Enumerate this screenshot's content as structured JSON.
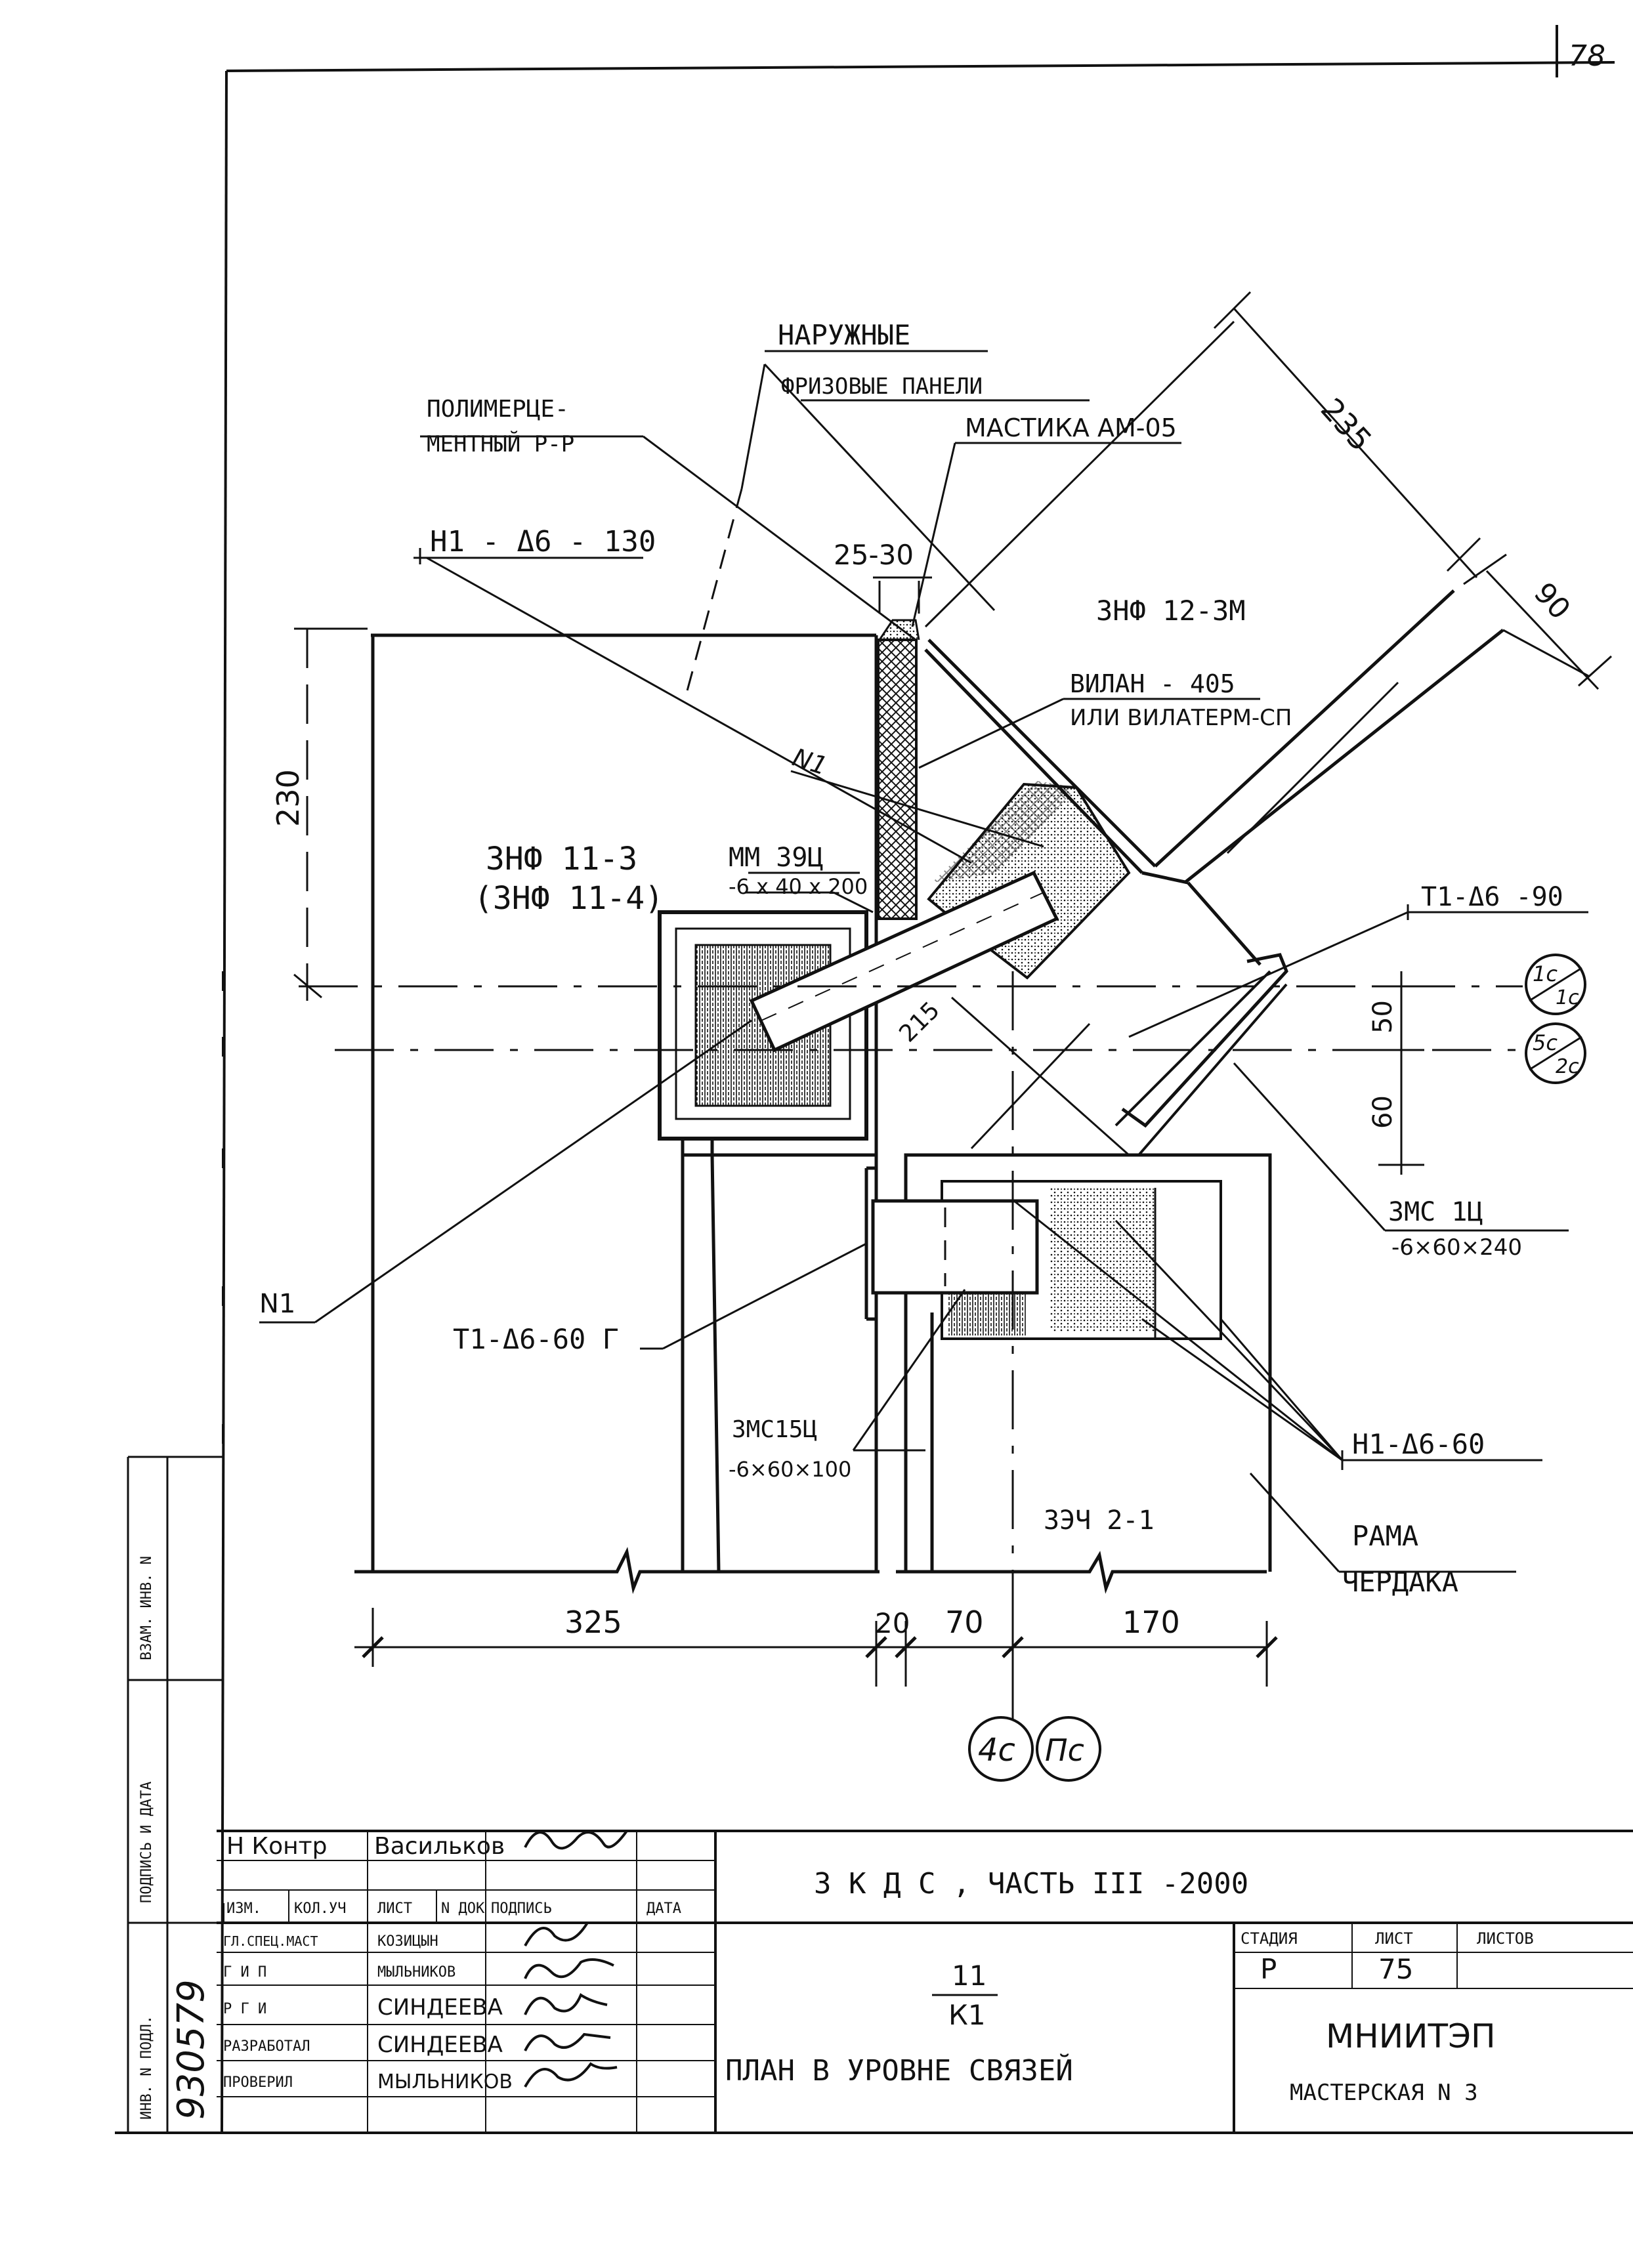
{
  "sheet": {
    "page_number": "78",
    "ink_color": "#111111"
  },
  "callouts": {
    "outer_panels_line1": "НАРУЖНЫЕ",
    "outer_panels_line2": "ФРИЗОВЫЕ ПАНЕЛИ",
    "polymer_line1": "ПОЛИМЕРЦЕ-",
    "polymer_line2": "МЕНТНЫЙ Р-Р",
    "mastic": "МАСТИКА АМ-05",
    "h1_130": "Н1 - Δ6 - 130",
    "gap_25_30": "25-30",
    "panel_3nf12": "3НФ 12-3М",
    "vilan_line1": "ВИЛАН - 405",
    "vilan_line2": "ИЛИ ВИЛАТЕРМ-СП",
    "n1_upper": "N1",
    "panel_3nf11_line1": "3НФ 11-3",
    "panel_3nf11_line2": "(3НФ 11-4)",
    "mm_line1": "ММ 39Ц",
    "mm_line2": "-6 х 40 х 200",
    "t1_90": "Т1-Δ6 -90",
    "ang_215": "215",
    "dim_50": "50",
    "dim_60": "60",
    "mc1_line1": "3МС 1Ц",
    "mc1_line2": "-6×60×240",
    "n1_lower": "N1",
    "t1_60": "Т1-Δ6-60 Г",
    "mc15_line1": "3МС15Ц",
    "mc15_line2": "-6×60×100",
    "h1_60": "Н1-Δ6-60",
    "panel_3ech": "3ЭЧ 2-1",
    "frame_line1": "РАМА",
    "frame_line2": "ЧЕРДАКА"
  },
  "dimensions": {
    "d235": "235",
    "d90": "90",
    "d230": "230",
    "d325": "325",
    "d20": "20",
    "d70": "70",
    "d170": "170"
  },
  "axes": {
    "a1": "1с",
    "a1_sub": "1с",
    "a5": "5с",
    "a5_sub": "2с",
    "b4": "4с",
    "bp": "Пс"
  },
  "title_block": {
    "project": "3 К Д С ,  ЧАСТЬ  III -2000",
    "sheet_code_num": "11",
    "sheet_code_den": "К1",
    "drawing_title": "ПЛАН  В  УРОВНЕ  СВЯЗЕЙ",
    "org": "МНИИТЭП",
    "workshop": "МАСТЕРСКАЯ  N  3",
    "col_stage": "СТАДИЯ",
    "col_sheet": "ЛИСТ",
    "col_sheets": "ЛИСТОВ",
    "stage": "Р",
    "sheet": "75",
    "hdr_izm": "ИЗМ.",
    "hdr_kol": "КОЛ.УЧ",
    "hdr_list": "ЛИСТ",
    "hdr_ndok": "N ДОК",
    "hdr_podpis": "ПОДПИСЬ",
    "hdr_data": "ДАТА",
    "n_kontr_role": "Н Контр",
    "n_kontr_name": "Васильков",
    "rows": [
      {
        "role": "ГЛ.СПЕЦ.МАСТ",
        "name": "КОЗИЦЫН"
      },
      {
        "role": "Г И П",
        "name": "МЫЛЬНИКОВ"
      },
      {
        "role": "Р Г И",
        "name": "СИНДЕЕВА"
      },
      {
        "role": "РАЗРАБОТАЛ",
        "name": "СИНДЕЕВА"
      },
      {
        "role": "ПРОВЕРИЛ",
        "name": "МЫЛЬНИКОВ"
      }
    ]
  },
  "side_stamp": {
    "inv": "930579",
    "lbl1": "ИНВ. N ПОДЛ.",
    "lbl2": "ПОДПИСЬ И ДАТА",
    "lbl3": "ВЗАМ. ИНВ. N"
  }
}
